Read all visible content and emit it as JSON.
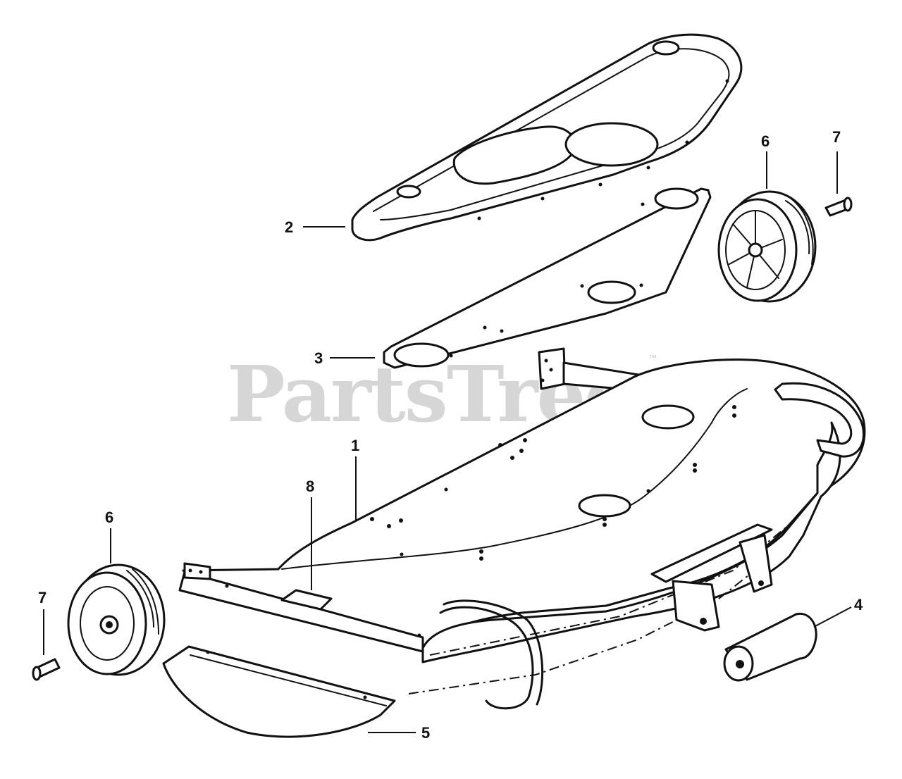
{
  "watermark": {
    "text": "PartsTree",
    "trademark": "™"
  },
  "callouts": {
    "c1": "1",
    "c2": "2",
    "c3": "3",
    "c4": "4",
    "c5": "5",
    "c6_right": "6",
    "c6_left": "6",
    "c7_right": "7",
    "c7_left": "7",
    "c8": "8"
  }
}
